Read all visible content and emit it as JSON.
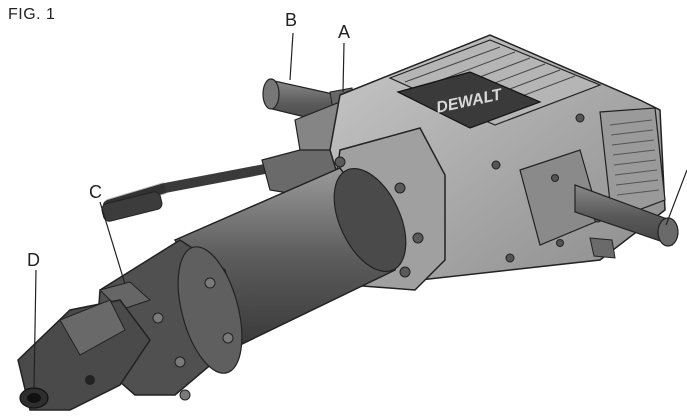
{
  "figure": {
    "title": "FIG. 1",
    "brand": "DEWALT",
    "callouts": {
      "a": "A",
      "b": "B",
      "c": "C",
      "d": "D"
    },
    "colors": {
      "body": "#a8a8a8",
      "dark": "#555555",
      "handle": "#6e6e6e",
      "line": "#222222"
    }
  }
}
